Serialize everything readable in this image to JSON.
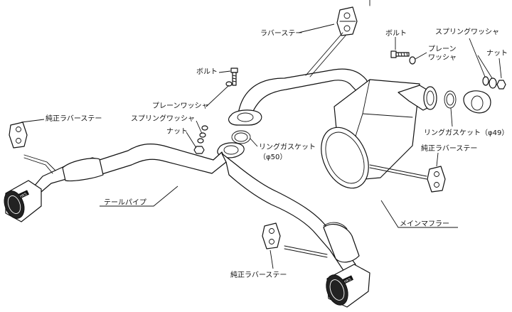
{
  "labels": {
    "rubber_stay": "ラバーステー",
    "bolt_right": "ボルト",
    "spring_washer_right": "スプリングワッシャ",
    "plain_washer_right": "プレーン\nワッシャ",
    "nut_right": "ナット",
    "ring_gasket_49": "リングガスケット（φ49）",
    "genuine_rubber_stay_right": "純正ラバーステー",
    "bolt_center": "ボルト",
    "plain_washer_center": "プレーンワッシャ",
    "spring_washer_center": "スプリングワッシャ",
    "nut_center": "ナット",
    "ring_gasket_50_line1": "リングガスケット",
    "ring_gasket_50_line2": "（φ50）",
    "genuine_rubber_stay_left": "純正ラバーステー",
    "tail_pipe": "テールパイプ",
    "main_muffler": "メインマフラー",
    "genuine_rubber_stay_bottom": "純正ラバーステー",
    "tip_logo": "HKS"
  }
}
